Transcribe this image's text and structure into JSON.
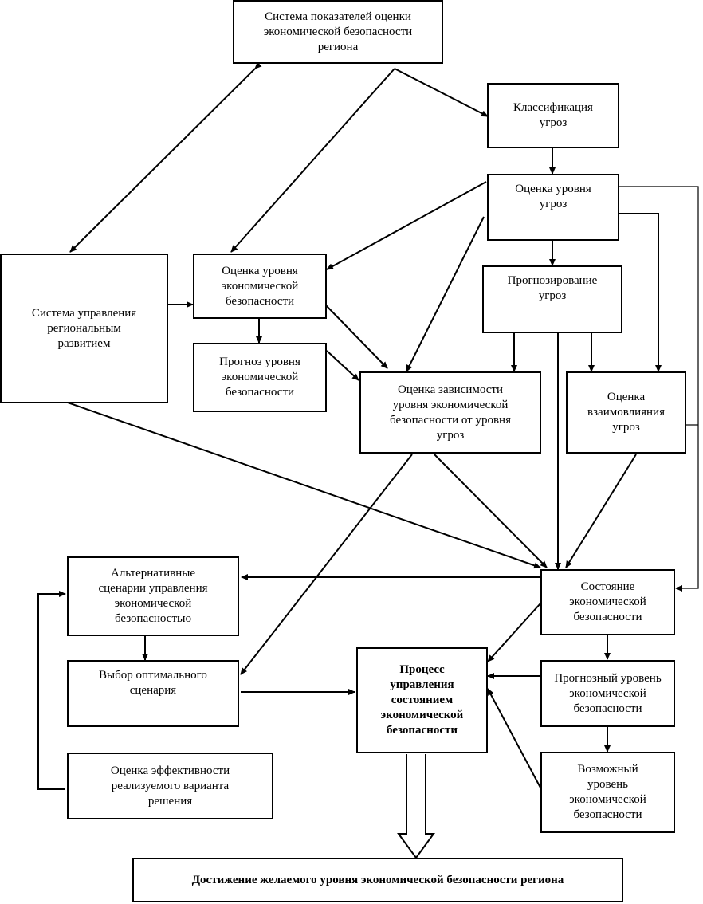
{
  "diagram": {
    "nodes": {
      "indicators_system": "Система показателей оценки\nэкономической безопасности\nрегиона",
      "threat_classification": "Классификация\nугроз",
      "threat_level_assessment": "Оценка уровня\nугроз",
      "regional_management_system": "Система управления\nрегиональным\nразвитием",
      "security_level_assessment": "Оценка уровня\nэкономической\nбезопасности",
      "threat_forecasting": "Прогнозирование\nугроз",
      "security_level_forecast": "Прогноз уровня\nэкономической\nбезопасности",
      "dependency_assessment": "Оценка зависимости\nуровня экономической\nбезопасности от уровня\nугроз",
      "threat_interaction_assessment": "Оценка\nвзаимовлияния\nугроз",
      "alternative_scenarios": "Альтернативные\nсценарии управления\nэкономической\nбезопасностью",
      "security_state": "Состояние\nэкономической\nбезопасности",
      "optimal_scenario_choice": "Выбор оптимального\nсценария",
      "management_process": "Процесс\nуправления\nсостоянием\nэкономической\nбезопасности",
      "forecast_security_level": "Прогнозный уровень\nэкономической\nбезопасности",
      "efficiency_assessment": "Оценка эффективности\nреализуемого варианта\nрешения",
      "possible_security_level": "Возможный\nуровень\nэкономической\nбезопасности",
      "goal": "Достижение желаемого уровня экономической безопасности региона"
    }
  }
}
